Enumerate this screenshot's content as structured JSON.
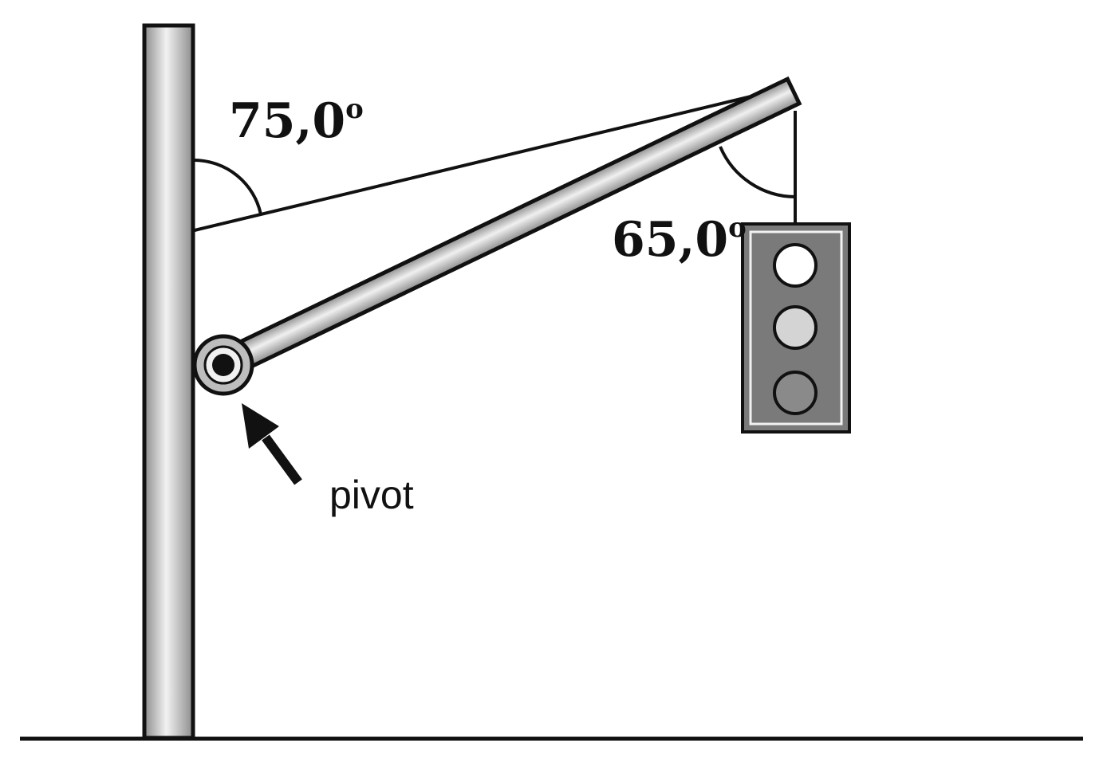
{
  "labels": {
    "upper_angle": "75,0",
    "lower_angle": "65,0",
    "degree_symbol": "o",
    "pivot": "pivot"
  },
  "colors": {
    "stroke": "#111111",
    "pole_light": "#f2f2f2",
    "pole_dark": "#8c8c8c",
    "housing": "#7a7a7a",
    "lamp_top": "#ffffff",
    "lamp_middle": "#d4d4d4",
    "lamp_bottom": "#8a8a8a"
  }
}
